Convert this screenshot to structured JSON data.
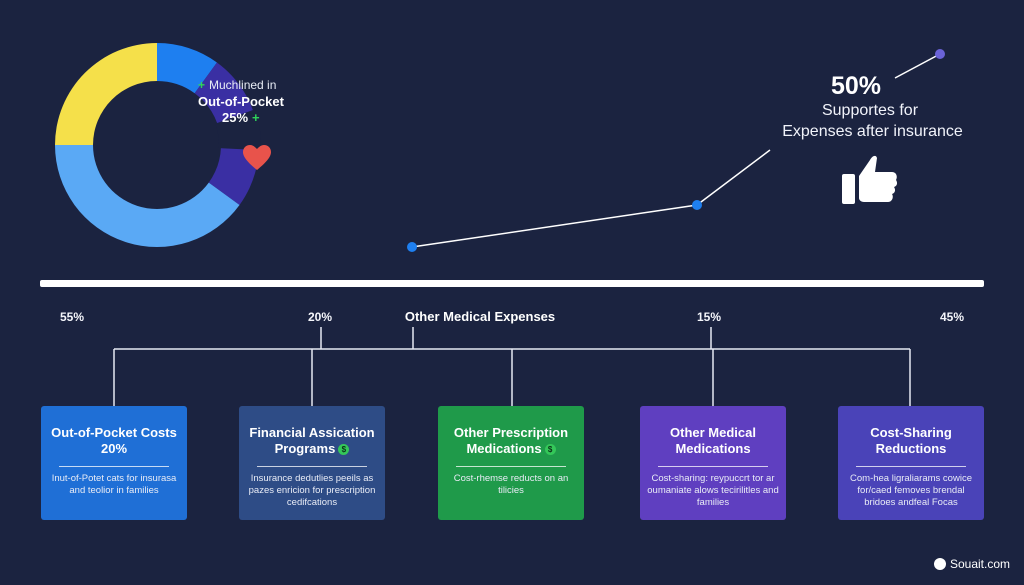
{
  "donut": {
    "segments": [
      {
        "name": "yellow",
        "value": 25,
        "color": "#f5e04a"
      },
      {
        "name": "blue",
        "value": 10,
        "color": "#1e7ff0"
      },
      {
        "name": "navy",
        "value": 25,
        "color": "#3a2fa3"
      },
      {
        "name": "light-blue",
        "value": 40,
        "color": "#5aa9f5"
      }
    ],
    "note": "Muchlined in",
    "label": "Out-of-Pocket",
    "percent": "25%"
  },
  "callout": {
    "percent": "50%",
    "line1": "Supportes for",
    "line2": "Expenses after insurance"
  },
  "colors": {
    "background": "#1b2340",
    "trend_line": "#ffffff",
    "trend_point": "#1e7ff0",
    "trend_end": "#6b63d8",
    "heart": "#e8534b"
  },
  "tree": {
    "percent_labels": [
      "55%",
      "20%",
      "15%",
      "45%"
    ],
    "center_title": "Other Medical Expenses"
  },
  "cards": [
    {
      "title": "Out-of-Pocket Costs 20%",
      "desc": "Inut-of-Potet cats for insurasa and teolior in families",
      "color": "#1f6fd6",
      "dollar": false
    },
    {
      "title": "Financial Assication Programs",
      "desc": "Insurance dedutlies peeils as pazes enricion for prescription cedifcations",
      "color": "#2e4c86",
      "dollar": true
    },
    {
      "title": "Other Prescription Medications",
      "desc": "Cost-rhemse reducts on an tilicies",
      "color": "#1f9a4a",
      "dollar": true
    },
    {
      "title": "Other Medical Medications",
      "desc": "Cost-sharing: reypuccrt tor ar oumaniate alows tecirilitles and families",
      "color": "#5f3fc0",
      "dollar": false
    },
    {
      "title": "Cost-Sharing Reductions",
      "desc": "Com-hea ligraliarams cowice for/caed femoves brendal bridoes andfeal Focas",
      "color": "#4a43b8",
      "dollar": false
    }
  ],
  "brand": {
    "name": "Souait.com"
  }
}
